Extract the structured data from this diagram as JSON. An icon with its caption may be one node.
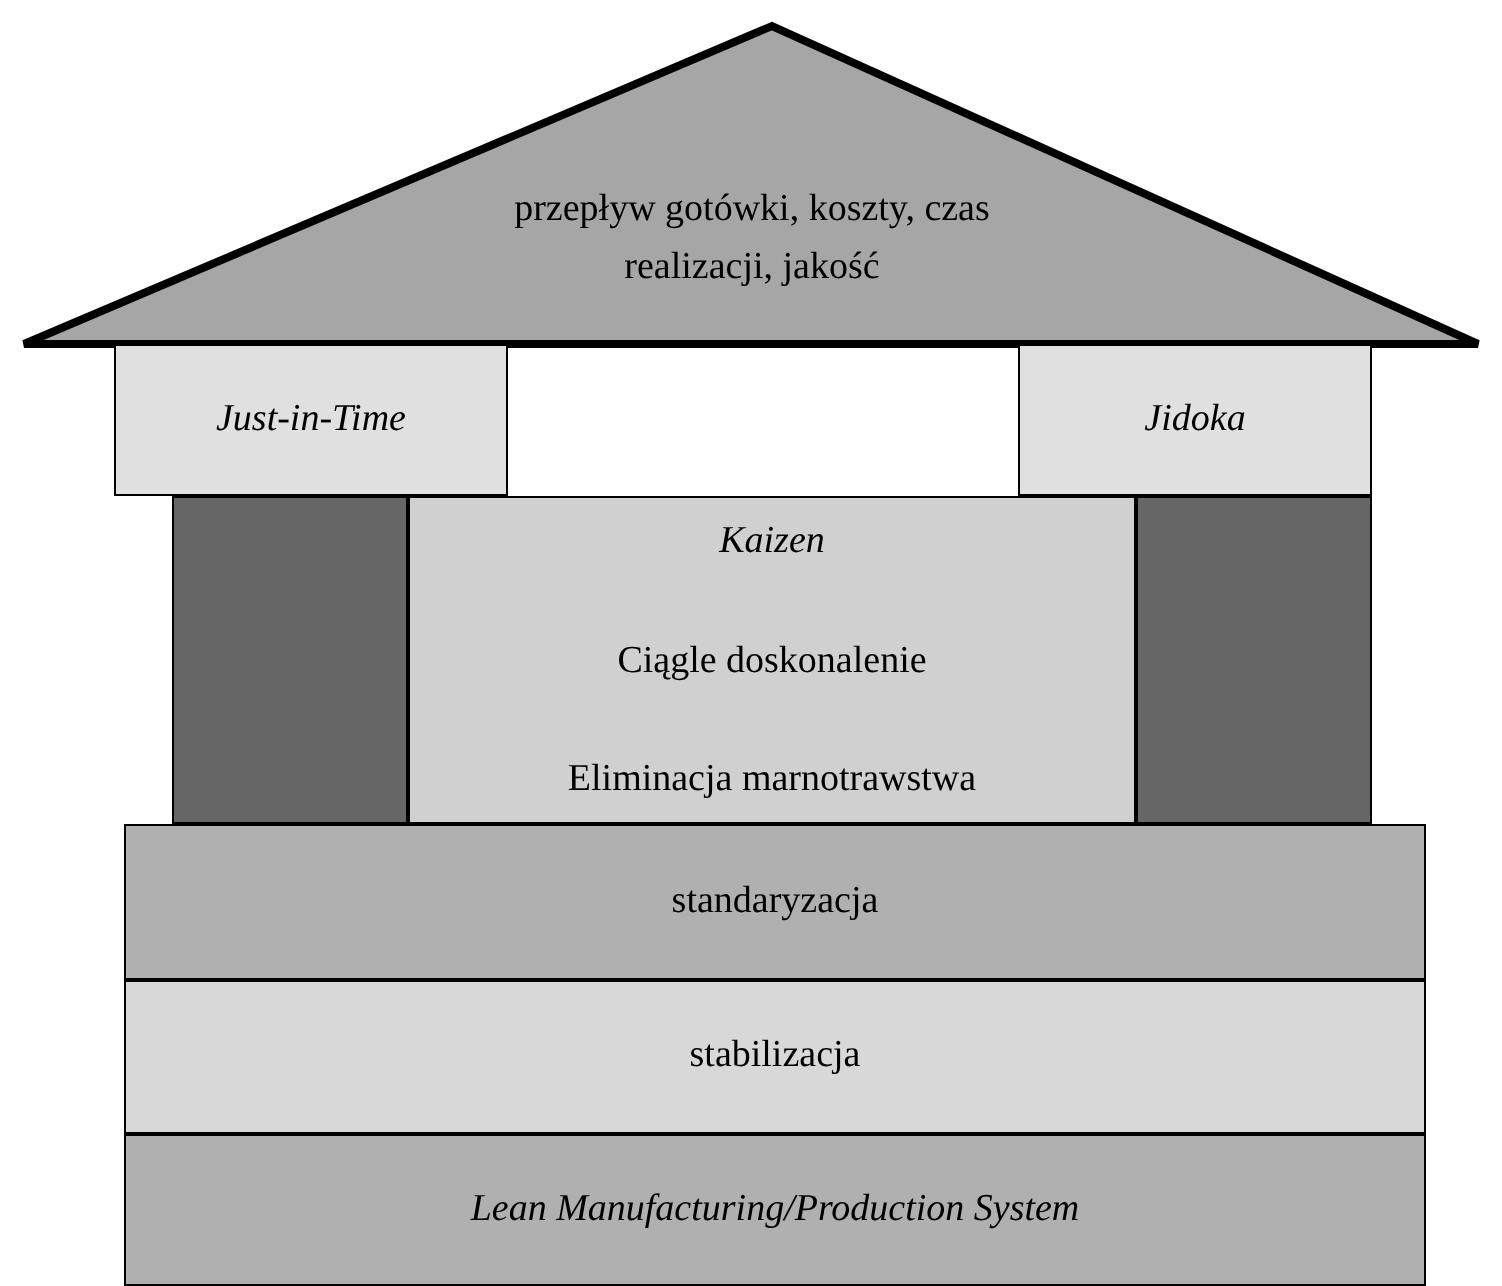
{
  "diagram": {
    "nodes": [
      {
        "text": [
          "przepływ gotówki, koszty, czas realizacji, jakość"
        ]
      },
      {
        "text": [
          "Just-in-Time"
        ]
      },
      {
        "text": [
          "Jidoka"
        ]
      },
      {
        "text": [],
        "shape": "box"
      },
      {
        "text": [
          "Kaizen",
          "Ciągle doskonalenie",
          "Eliminacja marnotrawstwa"
        ]
      },
      {
        "text": [],
        "shape": "box"
      },
      {
        "text": [
          "standaryzacja"
        ]
      },
      {
        "text": [
          "stabilizacja"
        ]
      },
      {
        "text": [
          "Lean Manufacturing/Production System"
        ]
      }
    ]
  }
}
